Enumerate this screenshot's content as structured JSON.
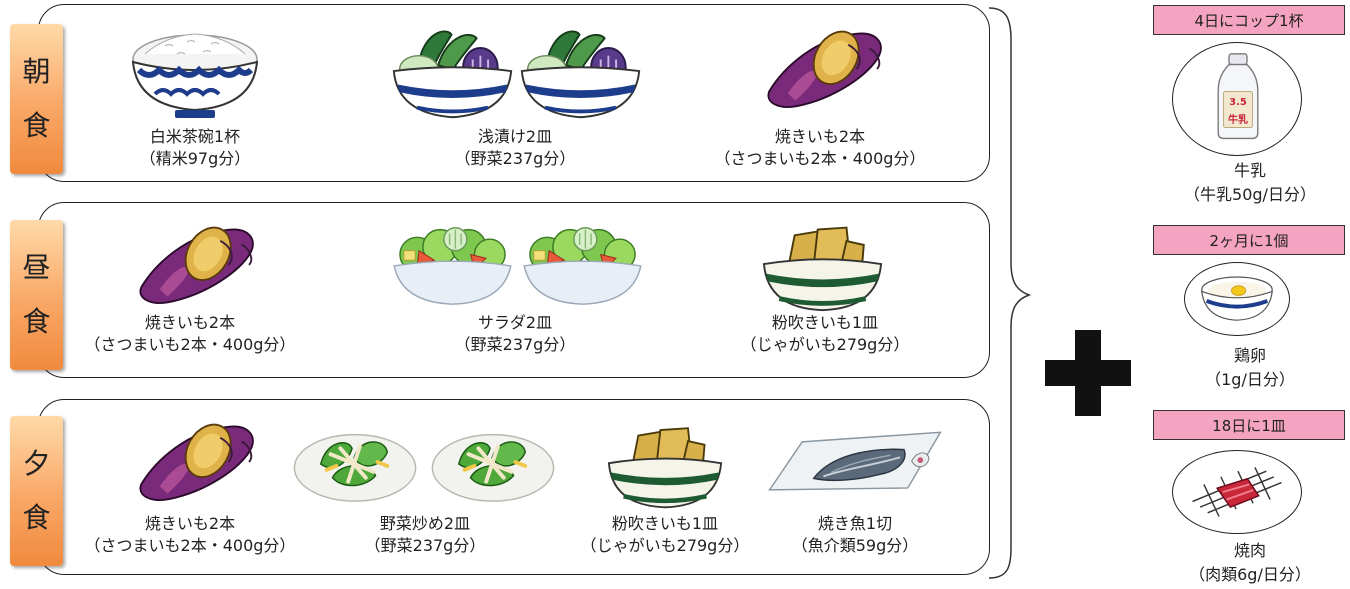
{
  "meals": [
    {
      "name_chars": [
        "朝",
        "食"
      ],
      "items": [
        {
          "name": "白米茶碗1杯",
          "detail": "（精米97g分）",
          "icon": "rice-bowl-icon"
        },
        {
          "name": "浅漬け2皿",
          "detail": "（野菜237g分）",
          "icon": "pickles-bowl-icon"
        },
        {
          "name": "焼きいも2本",
          "detail": "（さつまいも2本・400g分）",
          "icon": "roasted-sweet-potato-icon"
        }
      ]
    },
    {
      "name_chars": [
        "昼",
        "食"
      ],
      "items": [
        {
          "name": "焼きいも2本",
          "detail": "（さつまいも2本・400g分）",
          "icon": "roasted-sweet-potato-icon"
        },
        {
          "name": "サラダ2皿",
          "detail": "（野菜237g分）",
          "icon": "salad-bowl-icon"
        },
        {
          "name": "粉吹きいも1皿",
          "detail": "（じゃがいも279g分）",
          "icon": "steamed-potato-bowl-icon"
        }
      ]
    },
    {
      "name_chars": [
        "夕",
        "食"
      ],
      "items": [
        {
          "name": "焼きいも2本",
          "detail": "（さつまいも2本・400g分）",
          "icon": "roasted-sweet-potato-icon"
        },
        {
          "name": "野菜炒め2皿",
          "detail": "（野菜237g分）",
          "icon": "stir-fried-vegetables-icon"
        },
        {
          "name": "粉吹きいも1皿",
          "detail": "（じゃがいも279g分）",
          "icon": "steamed-potato-bowl-icon"
        },
        {
          "name": "焼き魚1切",
          "detail": "（魚介類59g分）",
          "icon": "grilled-fish-icon"
        }
      ]
    }
  ],
  "extras": [
    {
      "frequency": "4日にコップ1杯",
      "name": "牛乳",
      "detail": "（牛乳50g/日分）",
      "icon": "milk-bottle-icon",
      "bottle_label_top": "3.5",
      "bottle_label_bottom": "牛乳"
    },
    {
      "frequency": "2ヶ月に1個",
      "name": "鶏卵",
      "detail": "（1g/日分）",
      "icon": "egg-bowl-icon"
    },
    {
      "frequency": "18日に1皿",
      "name": "焼肉",
      "detail": "（肉類6g/日分）",
      "icon": "grilled-meat-icon"
    }
  ],
  "plus_icon": "plus-icon",
  "brace_icon": "right-brace-icon",
  "colors": {
    "tab_orange": "#f9a766",
    "badge_pink": "#f4a3c0",
    "sweet_potato_purple": "#7a2a7a",
    "sweet_potato_flesh": "#e0b34a",
    "bowl_blue": "#1e3c8c",
    "bowl_green": "#1e5a32"
  }
}
